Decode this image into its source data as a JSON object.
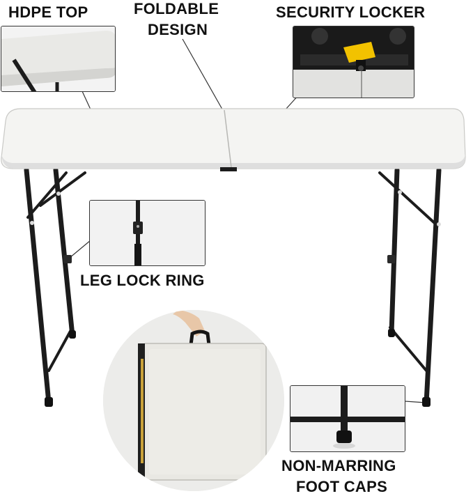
{
  "labels": {
    "hdpe_top": "HDPE TOP",
    "foldable_line1": "FOLDABLE",
    "foldable_line2": "DESIGN",
    "security_locker": "SECURITY LOCKER",
    "leg_lock_ring": "LEG LOCK RING",
    "non_marring_line1": "NON-MARRING",
    "non_marring_line2": "FOOT CAPS"
  },
  "colors": {
    "table_top": "#f4f4f2",
    "frame": "#1c1c1c",
    "latch": "#f2c200",
    "label_text": "#111111"
  }
}
